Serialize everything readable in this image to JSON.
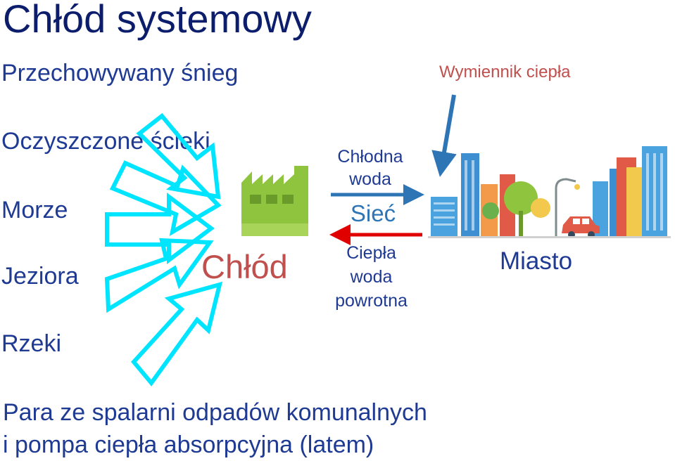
{
  "title": "Chłód systemowy",
  "sources": [
    "Przechowywany śnieg",
    "Oczyszczone ścieki",
    "Morze",
    "Jeziora",
    "Rzeki"
  ],
  "bottom_text": [
    "Para ze spalarni odpadów komunalnych",
    "i pompa ciepła absorpcyjna (latem)"
  ],
  "cold_label": "Chłód",
  "network": {
    "cold_water": "Chłodna woda",
    "net_label": "Sieć",
    "warm_water": "Ciepła woda powrotna"
  },
  "heat_exchanger": "Wymiennik ciepła",
  "city": "Miasto",
  "colors": {
    "title": "#0b1d6b",
    "source_text": "#1f3a93",
    "arrow_outline": "#00e5ff",
    "factory": "#8fc43e",
    "cold_arrow": "#2e75b6",
    "warm_arrow": "#e00000",
    "accent_red": "#c0504d"
  },
  "icons": [
    "factory-icon",
    "city-icon",
    "car-icon",
    "tree-icon",
    "street-lamp-icon"
  ]
}
